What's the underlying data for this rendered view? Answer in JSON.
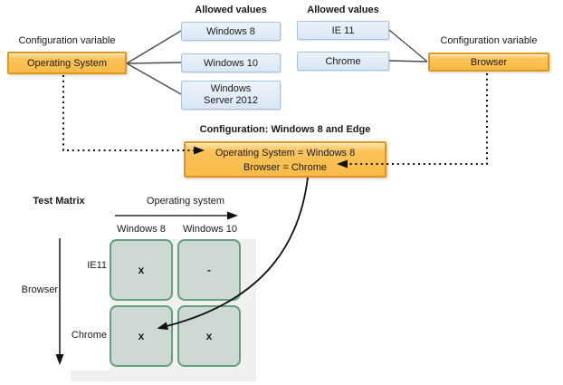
{
  "variables": {
    "os": {
      "caption": "Configuration variable",
      "name": "Operating System"
    },
    "browser": {
      "caption": "Configuration variable",
      "name": "Browser"
    }
  },
  "allowed_values": {
    "os": {
      "heading": "Allowed values",
      "items": [
        "Windows 8",
        "Windows 10",
        "Windows Server 2012"
      ]
    },
    "browser": {
      "heading": "Allowed values",
      "items": [
        "IE 11",
        "Chrome"
      ]
    }
  },
  "configuration": {
    "heading": "Configuration: Windows 8 and Edge",
    "line1": "Operating System = Windows 8",
    "line2": "Browser = Chrome"
  },
  "matrix": {
    "title": "Test Matrix",
    "x_axis_label": "Operating system",
    "y_axis_label": "Browser",
    "column_headers": [
      "Windows 8",
      "Windows 10"
    ],
    "row_headers": [
      "IE11",
      "Chrome"
    ],
    "cells": [
      [
        "x",
        "-"
      ],
      [
        "x",
        "x"
      ]
    ]
  },
  "colors": {
    "variable_box_fill": "#FBC35A",
    "variable_box_border": "#E0971F",
    "value_box_fill": "#DCE9F6",
    "value_box_border": "#A6C4E0",
    "matrix_cell_fill": "#CDD9D2",
    "matrix_cell_border": "#63A07D",
    "matrix_panel": "#EFF0EF",
    "connector": "#4d4d4d",
    "arrow": "#111111"
  }
}
